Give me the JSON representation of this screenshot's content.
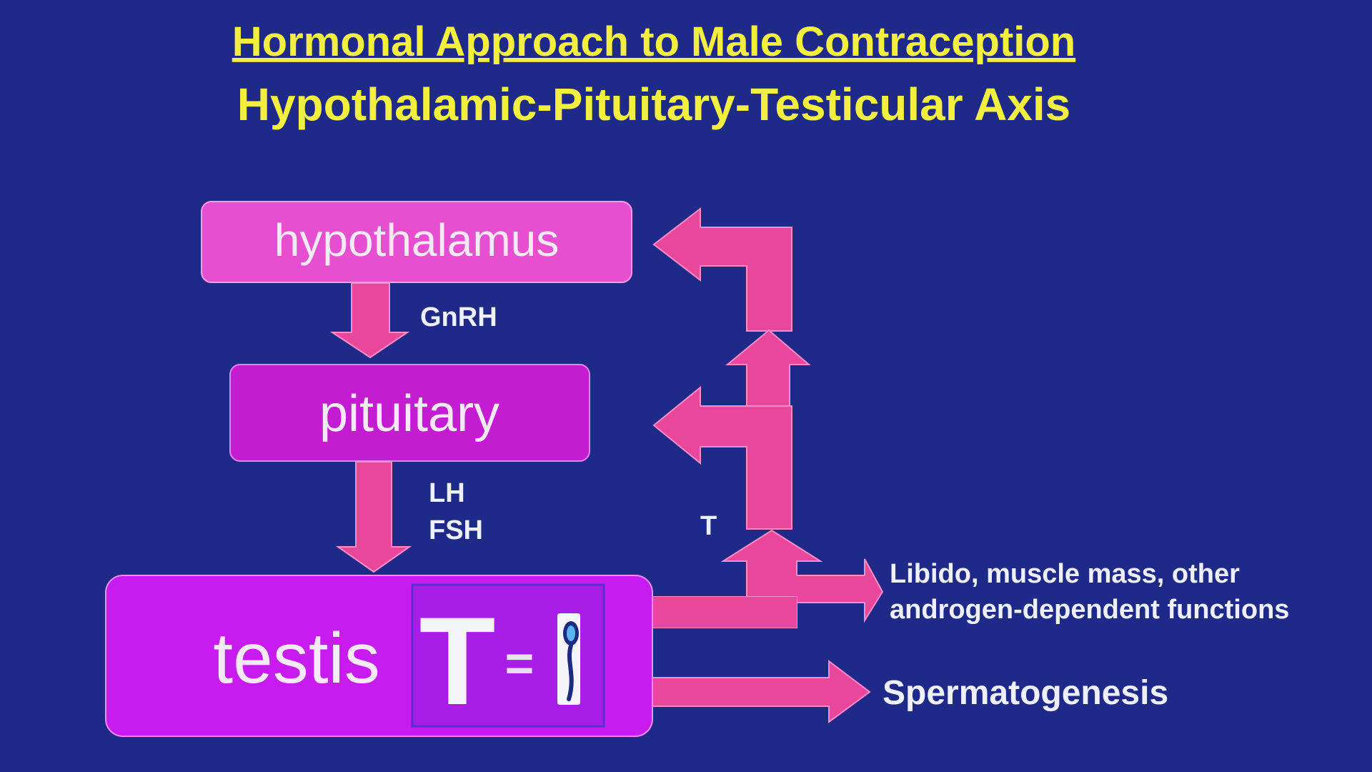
{
  "title": "Hormonal Approach to Male Contraception",
  "subtitle": "Hypothalamic-Pituitary-Testicular Axis",
  "nodes": {
    "hypothalamus": "hypothalamus",
    "pituitary": "pituitary",
    "testis": "testis"
  },
  "hormones": {
    "gnrh": "GnRH",
    "lh": "LH",
    "fsh": "FSH",
    "testosterone": "T"
  },
  "testis_inset": {
    "letter": "T",
    "equals": "="
  },
  "outcomes": {
    "androgen_line1": "Libido, muscle mass, other",
    "androgen_line2": "androgen-dependent functions",
    "spermatogenesis": "Spermatogenesis"
  },
  "colors": {
    "background": "#1f2a88",
    "title": "#f2ef3e",
    "hypothalamus_box": "#e54fd0",
    "pituitary_box": "#c41cd0",
    "testis_box": "#c71bf0",
    "arrow": "#e8479c"
  }
}
